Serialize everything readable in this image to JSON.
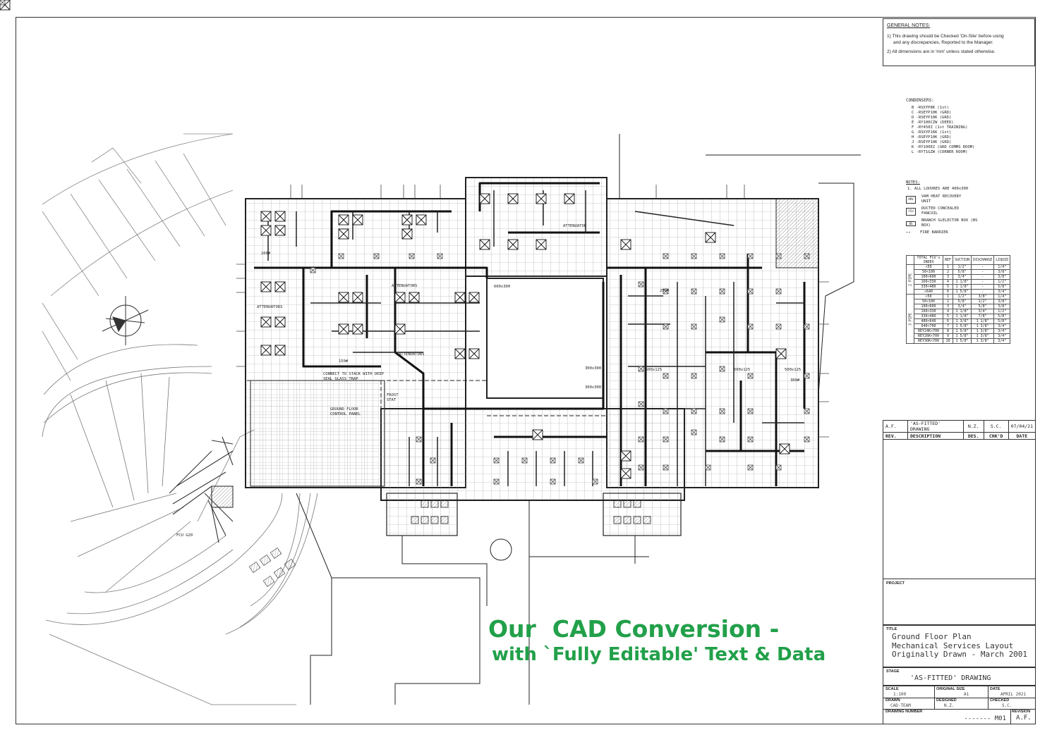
{
  "general_notes": {
    "heading": "GENERAL NOTES:",
    "note1_a": "1) This drawing should be Checked 'On-Site' before using",
    "note1_b": "and any discrepancies,  Reported to the Manager.",
    "note2": "2) All dimensions are in 'mm' unless stated otherwise."
  },
  "condensers": {
    "heading": "CONDENSERS:",
    "items": [
      "B -RSXYP8K  (1st)",
      "C -RSEYP10K  (GRD)",
      "D -RSEYP10K  (GRD)",
      "E -RY100CZW  (DEED)",
      "F -RY450Z  (1st TRAINING)",
      "G -RSXYP16K (1st)",
      "H -RSEYP10K (GRD)",
      "J -RSEYP10K (GRD)",
      "K -RY100EZ  (GRD COMMS ROOM)",
      "L -RY71GZW  (CORNER ROOM)"
    ]
  },
  "notes2": {
    "heading": "NOTES:",
    "louvres": "1.   ALL LOUVRES ARE 400x300",
    "legend": [
      {
        "symbol": "HRV",
        "text": "VAM HEAT RECOVERY UNIT"
      },
      {
        "symbol": "FCU",
        "text": "DUCTED CONCEALED FANCOIL"
      },
      {
        "symbol": "BS",
        "text": "BRANCH SLELECTOR BOX (BS BOX)"
      },
      {
        "symbol": "--",
        "text": "FIRE BARRIER"
      }
    ]
  },
  "fcu_table": {
    "headers": [
      "TOTAL FCU's INDEX",
      "REF",
      "SUCTION",
      "DISCHARGE",
      "LIQUID"
    ],
    "rows_2pipe": [
      [
        "<50",
        "1",
        "1/2\"",
        "-",
        "1/4\""
      ],
      [
        "50<100",
        "2",
        "5/8\"",
        "-",
        "3/8\""
      ],
      [
        "100<600",
        "3",
        "3/4\"",
        "-",
        "3/8\""
      ],
      [
        "160<330",
        "4",
        "1 1/8\"",
        "-",
        "1/2\""
      ],
      [
        "330<480",
        "5",
        "1 1/8\"",
        "-",
        "5/8\""
      ],
      [
        ">640",
        "6",
        "1 5/8\"",
        "-",
        "3/4\""
      ]
    ],
    "rows_3pipe": [
      [
        "<50",
        "1",
        "1/2\"",
        "3/8\"",
        "1/4\""
      ],
      [
        "50<100",
        "2",
        "5/8\"",
        "1/2\"",
        "3/8\""
      ],
      [
        "100<600",
        "3",
        "3/4\"",
        "5/8\"",
        "3/8\""
      ],
      [
        "160<330",
        "4",
        "1 1/8\"",
        "3/4\"",
        "1/2\""
      ],
      [
        "330<480",
        "5",
        "1 1/8\"",
        "7/8\"",
        "5/8\""
      ],
      [
        "480<640",
        "6",
        "1 3/8\"",
        "1 1/8\"",
        "5/8\""
      ],
      [
        "640<700",
        "7",
        "1 5/8\"",
        "1 3/8\"",
        "3/4\""
      ],
      [
        "REY24K<700",
        "8",
        "1 5/8\"",
        "1 3/8\"",
        "3/4\""
      ],
      [
        "REY26K<700",
        "9",
        "1 5/8\"",
        "1 3/8\"",
        "3/4\""
      ],
      [
        "REY30K<700",
        "10",
        "1 5/8\"",
        "1 3/8\"",
        "3/4\""
      ]
    ],
    "label_2pipe": "2 PIPE",
    "label_3pipe": "3 PIPE"
  },
  "revisions": {
    "entry": {
      "rev": "A.F.",
      "desc": "'AS-FITTED' DRAWING",
      "des": "N.Z.",
      "chkd": "S.C.",
      "date": "07/04/21"
    },
    "headers": {
      "rev": "REV.",
      "desc": "DESCRIPTION",
      "des": "DES.",
      "chkd": "CHK'D",
      "date": "DATE"
    }
  },
  "title_block": {
    "project_label": "PROJECT",
    "title_label": "TITLE",
    "title_lines": [
      "Ground Floor Plan",
      "Mechanical Services Layout",
      "Originally Drawn - March 2001"
    ],
    "stage_label": "STAGE",
    "stage_value": "'AS-FITTED' DRAWING",
    "scale_label": "SCALE",
    "scale_value": "1:100",
    "orig_size_label": "ORIGINAL SIZE",
    "orig_size_value": "A1",
    "date_label": "DATE",
    "date_value": "APRIL 2021",
    "drawn_label": "DRAWN",
    "drawn_value": "CAD-TEAM",
    "designed_label": "DESIGNED",
    "designed_value": "N.Z.",
    "checked_label": "CHECKED",
    "checked_value": "S.C.",
    "drawing_number_label": "DRAWING NUMBER",
    "drawing_number_value": "------- M01",
    "revision_label": "REVISION",
    "revision_value": "A.F."
  },
  "plan_labels": {
    "attenuators_1": "ATTENUATORS",
    "attenuators_2": "ATTENUATORS",
    "attenuators_3": "ATTENUATORS",
    "attenuator": "ATTENUATOR",
    "connect": "CONNECT TO STACK WITH DEEP SEAL GLASS TRAP",
    "ground_floor_panel": "GROUND FLOOR CONTROL PANEL",
    "frost": "FROST STAT",
    "fcu_g20": "FCU G20",
    "d600": "600x300",
    "d300a": "300x300",
    "d300b": "300x300",
    "d250": "250#",
    "d200": "200#",
    "d150": "150#",
    "d300": "300#",
    "d500a": "500x125",
    "d500b": "500x125",
    "d500c": "500x125"
  },
  "promo": {
    "line1": "Our  CAD Conversion -",
    "line2": "with `Fully Editable' Text & Data"
  }
}
